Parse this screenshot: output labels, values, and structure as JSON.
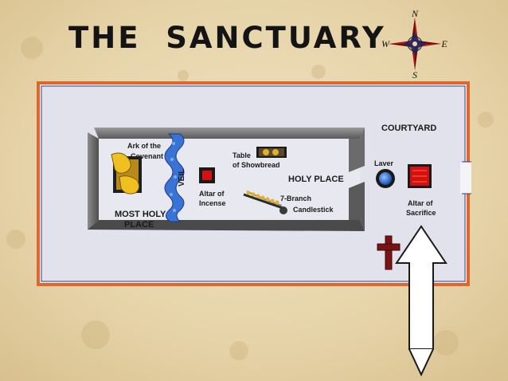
{
  "title": "THE  SANCTUARY",
  "compass": {
    "north": "N",
    "south": "S",
    "east": "E",
    "west": "W"
  },
  "labels": {
    "courtyard": "COURTYARD",
    "ark_line1": "Ark of the",
    "ark_line2": "Covenant",
    "veil": "VEIL",
    "most_holy_line1": "MOST HOLY",
    "most_holy_line2": "PLACE",
    "table_line1": "Table",
    "table_line2": "of Showbread",
    "altar_incense_line1": "Altar of",
    "altar_incense_line2": "Incense",
    "holy_place": "HOLY PLACE",
    "candlestick_line1": "7-Branch",
    "candlestick_line2": "Candlestick",
    "laver": "Laver",
    "altar_sacrifice_line1": "Altar of",
    "altar_sacrifice_line2": "Sacrifice"
  },
  "colors": {
    "courtyard_border": "#e0662e",
    "courtyard_fill": "#e2e2ec",
    "altar": "#d41010",
    "laver": "#2f6fd6",
    "cross": "#7a1414",
    "veil": "#3a73d6"
  }
}
